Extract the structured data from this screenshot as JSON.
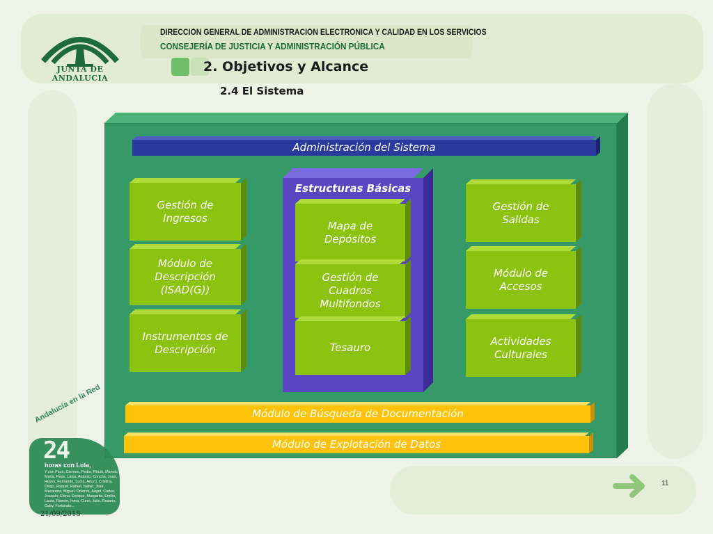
{
  "header": {
    "logo_text": "JUNTA DE ANDALUCIA",
    "line1": "DIRECCIÓN GENERAL DE ADMINISTRACIÓN ELECTRÓNICA Y CALIDAD EN LOS SERVICIOS",
    "line2": "CONSEJERÍA DE JUSTICIA Y ADMINISTRACIÓN PÚBLICA"
  },
  "slide": {
    "title": "2. Objetivos y Alcance",
    "subtitle": "2.4 El Sistema"
  },
  "diagram": {
    "admin": "Administración del Sistema",
    "left": [
      "Gestión de Ingresos",
      "Módulo de Descripción (ISAD(G))",
      "Instrumentos de Descripción"
    ],
    "center_title": "Estructuras Básicas",
    "center": [
      "Mapa de Depósitos",
      "Gestión de Cuadros Multifondos",
      "Tesauro"
    ],
    "right": [
      "Gestión de Salidas",
      "Módulo de Accesos",
      "Actividades Culturales"
    ],
    "search": "Módulo de Búsqueda de Documentación",
    "exploit": "Módulo de Explotación de Datos"
  },
  "badge": {
    "arc_text": "Andalucía en la Red",
    "number": "24",
    "lead": "horas con Lola,",
    "small": "Y con Paco, Carmen, Pedro, Rocío, Manolo, María, Pepe, Luisa, Antonio, Concha, Juan, Reyes, Fernando, Lucía, Arturo, Cristina, Diego, Raquel, Rafael, Isabel, José, Macarena, Miguel, Dolores, Ángel, Carlos, Joaquín, Elena, Enrique, Margarita, Emilio, Laura, Ramón, Inma, Curro, Julio, Rosario, Gaby, Fortunato..."
  },
  "footer": {
    "date": "21/09/2018",
    "page": "11"
  },
  "colors": {
    "board": "#359a68",
    "lime": "#8cc210",
    "navy": "#2b3a9c",
    "purple": "#5a45c2",
    "yellow": "#fcc30a",
    "brand_green": "#1d6b3a"
  },
  "icons": {
    "logo": "junta-andalucia-logo-icon",
    "next": "next-arrow-icon"
  }
}
